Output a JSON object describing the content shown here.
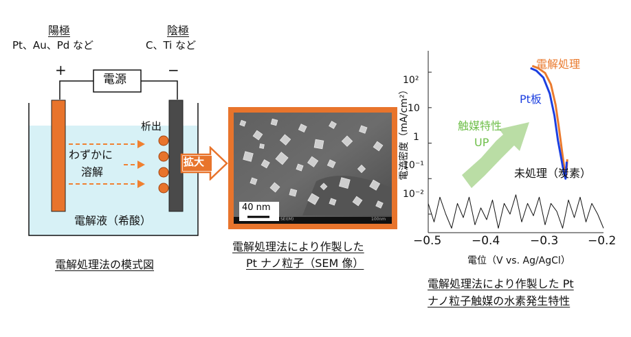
{
  "electrolysis": {
    "anode_title": "陽極",
    "anode_materials": "Pt、Au、Pd など",
    "cathode_title": "陰極",
    "cathode_materials": "C、Ti など",
    "plus_sign": "+",
    "minus_sign": "−",
    "power_supply": "電源",
    "deposit_label": "析出",
    "dissolve_label_1": "わずかに",
    "dissolve_label_2": "溶解",
    "electrolyte_label": "電解液（希酸）",
    "caption": "電解処理法の模式図",
    "colors": {
      "electrolyte": "#d7f1f6",
      "anode": "#e8742c",
      "cathode": "#4a4a4a",
      "arrow": "#f08030"
    }
  },
  "enlarge_label": "拡大",
  "sem": {
    "scale_bar": "40 nm",
    "footer_text_left": "SEI(M)",
    "footer_text_right": "100nm",
    "caption_line1": "電解処理法により作製した",
    "caption_line2": "Pt ナノ粒子（SEM 像）",
    "colors": {
      "frame": "#e8742c"
    }
  },
  "chart_data": {
    "type": "line",
    "xlabel": "電位（V vs. Ag/AgCl）",
    "ylabel": "電流密度（mA/cm²）",
    "xlim": [
      -0.5,
      -0.2
    ],
    "ylim": [
      0.003,
      400
    ],
    "y_scale": "log",
    "x_ticks": [
      "−0.5",
      "−0.4",
      "−0.3",
      "−0.2"
    ],
    "y_ticks": [
      "10²",
      "10",
      "1",
      "10⁻¹",
      "10⁻²"
    ],
    "series": [
      {
        "name": "電解処理",
        "color": "#ea7a2e",
        "x": [
          -0.322,
          -0.312,
          -0.3,
          -0.29,
          -0.282,
          -0.276,
          -0.271,
          -0.267,
          -0.264,
          -0.262
        ],
        "y": [
          150,
          130,
          95,
          45,
          12,
          2.5,
          0.6,
          0.2,
          0.12,
          0.35
        ]
      },
      {
        "name": "Pt板",
        "color": "#1c3fe0",
        "x": [
          -0.325,
          -0.315,
          -0.303,
          -0.292,
          -0.284,
          -0.278,
          -0.272,
          -0.268,
          -0.265,
          -0.263
        ],
        "y": [
          130,
          110,
          70,
          25,
          6,
          1.2,
          0.35,
          0.15,
          0.1,
          0.3
        ]
      },
      {
        "name": "未処理（炭素）",
        "color": "#111111",
        "x": [
          -0.5,
          -0.49,
          -0.48,
          -0.47,
          -0.46,
          -0.45,
          -0.44,
          -0.43,
          -0.42,
          -0.41,
          -0.4,
          -0.39,
          -0.38,
          -0.37,
          -0.36,
          -0.35,
          -0.34,
          -0.33,
          -0.32,
          -0.31,
          -0.3,
          -0.29,
          -0.28,
          -0.27,
          -0.26,
          -0.25,
          -0.24,
          -0.23,
          -0.22,
          -0.21,
          -0.2
        ],
        "y": [
          0.02,
          0.006,
          0.03,
          0.01,
          0.004,
          0.02,
          0.008,
          0.03,
          0.005,
          0.015,
          0.007,
          0.025,
          0.004,
          0.02,
          0.01,
          0.035,
          0.006,
          0.02,
          0.009,
          0.03,
          0.005,
          0.02,
          0.012,
          0.004,
          0.025,
          0.008,
          0.03,
          0.006,
          0.02,
          0.01,
          0.004
        ]
      }
    ],
    "annotation_arrow_text_1": "触媒特性",
    "annotation_arrow_text_2": "UP",
    "caption_line1": "電解処理法により作製した Pt",
    "caption_line2": "ナノ粒子触媒の水素発生特性"
  }
}
